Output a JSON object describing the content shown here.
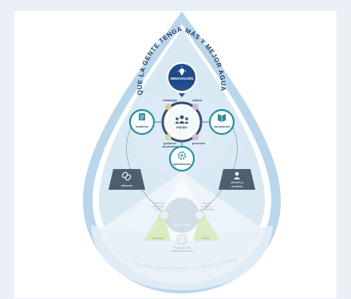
{
  "banner": {
    "left_text": "QUE LA GENTE TENGA",
    "right_text": "MÁS Y MEJOR AGUA"
  },
  "top_node": {
    "label": "INNOVACIÓN",
    "icon": "lightbulb-icon"
  },
  "center_node": {
    "label": "equipo",
    "icon": "people-icon"
  },
  "ring_labels": {
    "estrategia": "estrategia",
    "cultura": "cultura",
    "gobierno": "gobierno",
    "corporativo": "corporativo",
    "procesos": "procesos"
  },
  "left_node": {
    "label": "modelos",
    "icon": "document-icon"
  },
  "right_node": {
    "label": "soluciones",
    "icon": "book-icon"
  },
  "bottom_node": {
    "label": "operaciones",
    "icon": "gear-icon"
  },
  "left_badge": {
    "label": "alianzas",
    "icon": "link-icon"
  },
  "right_badge": {
    "label_line1": "clientes y",
    "label_line2": "usuarios",
    "icon": "user-icon"
  },
  "impacts": {
    "label": "IMPACTOS",
    "left_line1": "Protección",
    "left_line2": "del recurso",
    "left_line3": "hídrico",
    "right_line1": "Acceso",
    "right_line2": "al agua y",
    "right_line3": "saneamiento",
    "bottom_line1": "Promoción del",
    "bottom_line2": "desarrollo del sector",
    "seg_left": "Ambiental",
    "seg_right": "Social"
  },
  "outer_ring_text": "Institucionalización y Gobernabilidad",
  "colors": {
    "outer_drop": "#b9d6ea",
    "inner_drop": "#d9e9f4",
    "navy": "#1e4a8a",
    "teal": "#1a8a99",
    "dark_navy": "#223e64",
    "gray_badge": "#4d5f6e"
  }
}
